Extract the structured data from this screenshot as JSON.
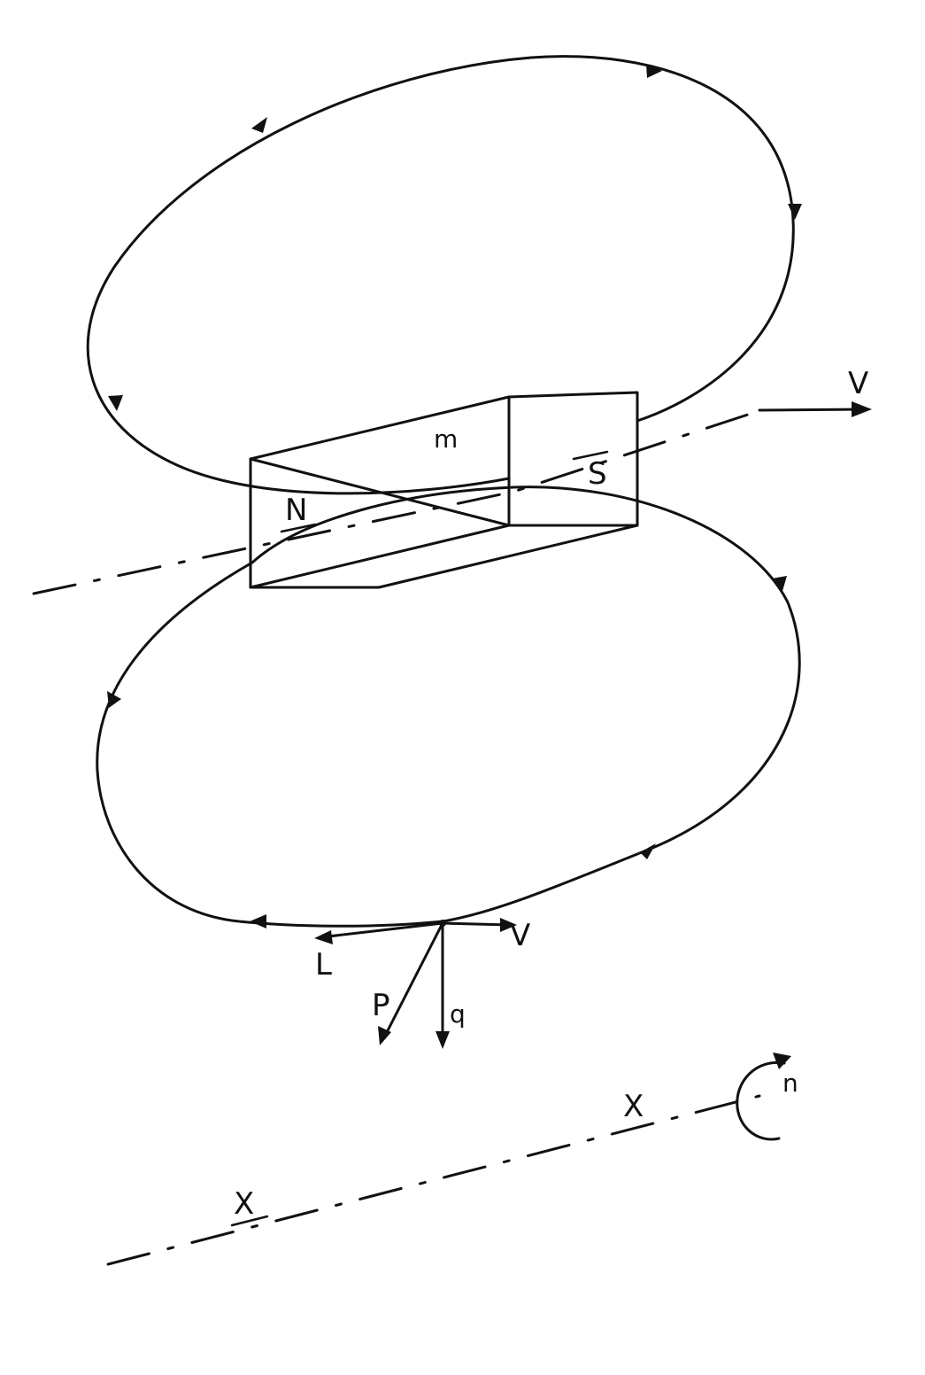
{
  "labels": {
    "velocity_top": "V",
    "magnet_mass": "m",
    "pole_south": "S",
    "pole_north": "N",
    "velocity_bottom": "V",
    "force_l": "L",
    "force_p": "P",
    "force_q": "q",
    "axis_x_right": "X",
    "axis_x_left": "X",
    "rotation": "n"
  }
}
